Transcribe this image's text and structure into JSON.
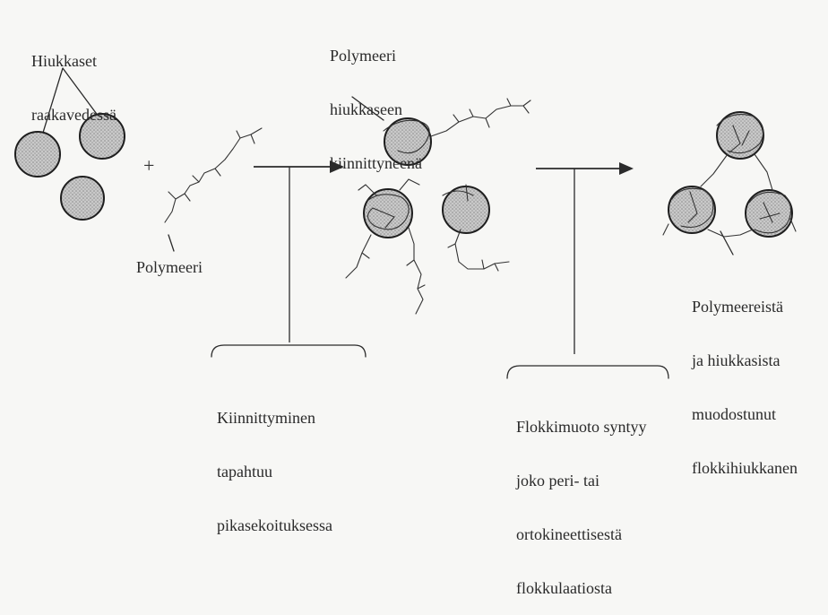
{
  "labels": {
    "raw_particles": [
      "Hiukkaset",
      "raakavedessä"
    ],
    "polymer": "Polymeeri",
    "attached": [
      "Polymeeri",
      "hiukkaseen",
      "kiinnittyneenä"
    ],
    "attachment_step": [
      "Kiinnittyminen",
      "tapahtuu",
      "pikasekoituksessa"
    ],
    "flock_step": [
      "Flokkimuoto syntyy",
      "joko peri- tai",
      "ortokineettisestä",
      "flokkulaatiosta"
    ],
    "flock_result": [
      "Polymeereistä",
      "ja hiukkasista",
      "muodostunut",
      "flokkihiukkanen"
    ],
    "plus": "+"
  },
  "colors": {
    "ink": "#2b2b2b",
    "particle_fill": "#bdbdbd",
    "background": "#f7f7f5"
  }
}
